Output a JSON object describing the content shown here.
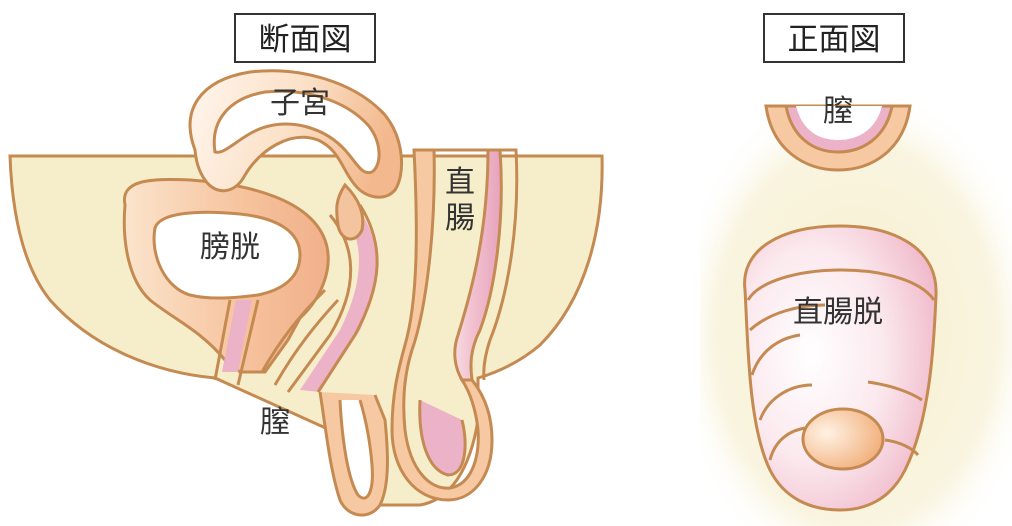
{
  "titles": {
    "section": "断面図",
    "front": "正面図"
  },
  "labels": {
    "uterus": "子宮",
    "bladder": "膀胱",
    "rectum_line1": "直",
    "rectum_line2": "腸",
    "vagina_section": "膣",
    "vagina_front": "膣",
    "prolapse": "直腸脱"
  },
  "colors": {
    "outline": "#c58a52",
    "organ_fill": "#f7c9a3",
    "body_fill": "#f6eecb",
    "mucosa_pink": "#ecb2c7",
    "title_border": "#333333"
  }
}
